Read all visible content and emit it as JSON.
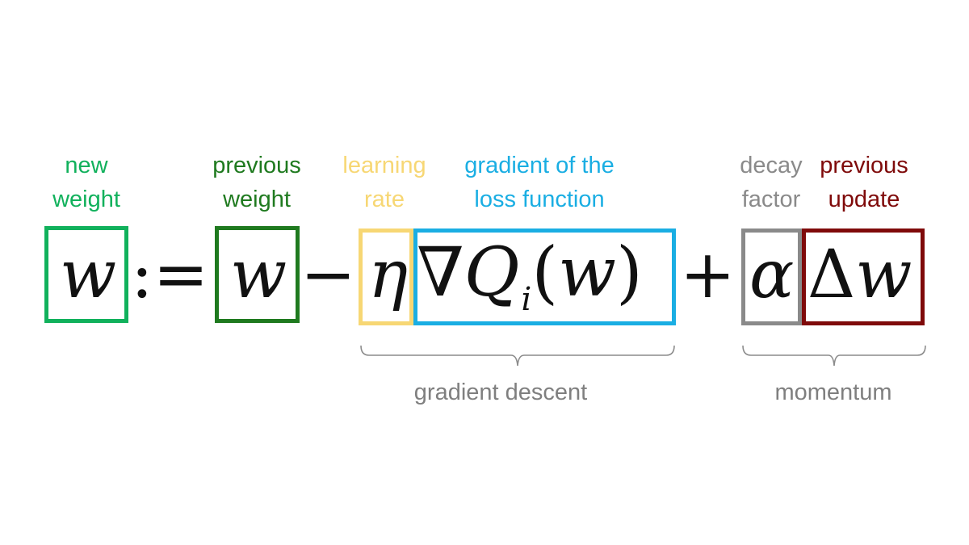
{
  "colors": {
    "new_weight": "#11b15c",
    "previous_weight": "#1f7a1f",
    "learning_rate": "#f7d774",
    "gradient": "#1aaee3",
    "decay": "#8a8a8a",
    "previous_update": "#7f0a0a",
    "group_label": "#7f7f7f",
    "brace": "#8c8c8c"
  },
  "labels": {
    "new_weight": [
      "new",
      "weight"
    ],
    "previous_weight": [
      "previous",
      "weight"
    ],
    "learning_rate": [
      "learning",
      "rate"
    ],
    "gradient": [
      "gradient of the",
      "loss function"
    ],
    "decay": [
      "decay",
      "factor"
    ],
    "previous_update": [
      "previous",
      "update"
    ]
  },
  "groups": {
    "gradient_descent": "gradient descent",
    "momentum": "momentum"
  },
  "equation": {
    "w_new": "w",
    "assign": ":=",
    "w_prev": "w",
    "minus": "−",
    "eta": "η",
    "nabla": "∇",
    "Q": "Q",
    "sub_i": "i",
    "paren_open": "(",
    "w_arg": "w",
    "paren_close": ")",
    "plus": "+",
    "alpha": "α",
    "delta": "Δ",
    "w_delta": "w"
  }
}
